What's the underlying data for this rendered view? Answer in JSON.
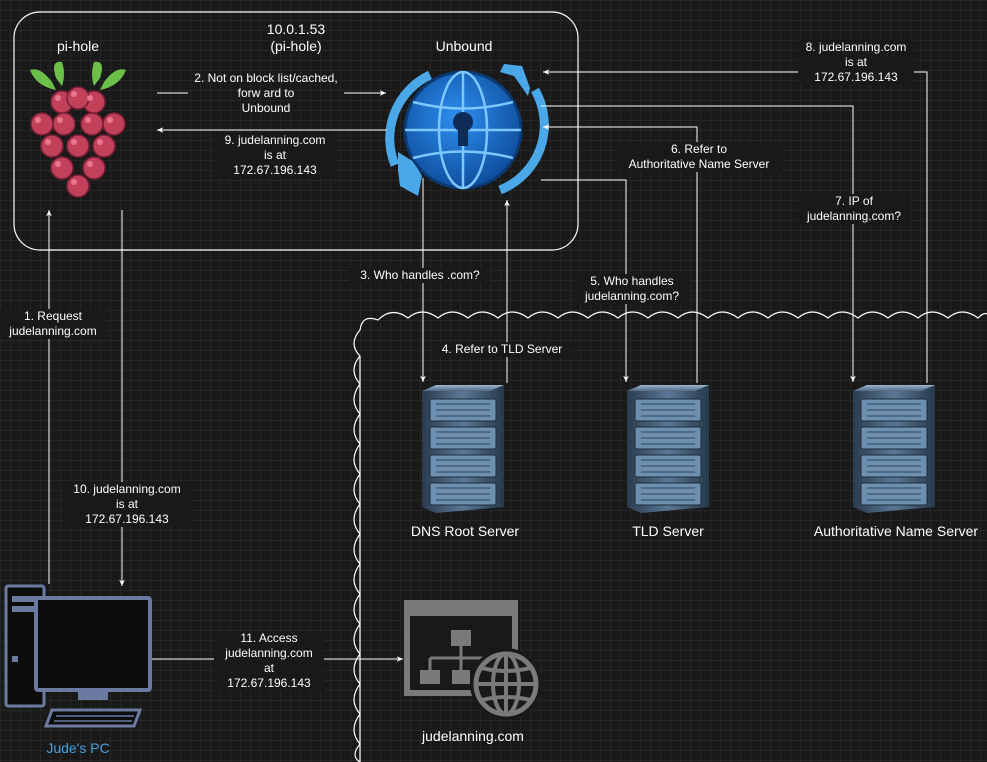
{
  "labels": {
    "pihole": "pi-hole",
    "ip_line1": "10.0.1.53",
    "ip_line2": "(pi-hole)",
    "unbound": "Unbound",
    "root": "DNS Root Server",
    "tld": "TLD Server",
    "auth": "Authoritative Name Server",
    "pc": "Jude's PC",
    "site": "judelanning.com"
  },
  "steps": {
    "s1": [
      "1. Request",
      "judelanning.com"
    ],
    "s2": [
      "2. Not on block list/cached,",
      "forw ard to",
      "Unbound"
    ],
    "s3": [
      "3. Who handles .com?"
    ],
    "s4": [
      "4. Refer to TLD Server"
    ],
    "s5": [
      "5. Who handles",
      "judelanning.com?"
    ],
    "s6": [
      "6. Refer to",
      "Authoritative Name Server"
    ],
    "s7": [
      "7. IP of",
      "judelanning.com?"
    ],
    "s8": [
      "8. judelanning.com",
      "is at",
      "172.67.196.143"
    ],
    "s9": [
      "9. judelanning.com",
      "is at",
      "172.67.196.143"
    ],
    "s10": [
      "10. judelanning.com",
      "is at",
      "172.67.196.143"
    ],
    "s11": [
      "11. Access",
      "judelanning.com",
      "at",
      "172.67.196.143"
    ]
  },
  "colors": {
    "accent_blue": "#4a9fdc",
    "raspberry": "#c2415a",
    "leaf": "#6cc04a",
    "globe": "#1f6fc9"
  }
}
